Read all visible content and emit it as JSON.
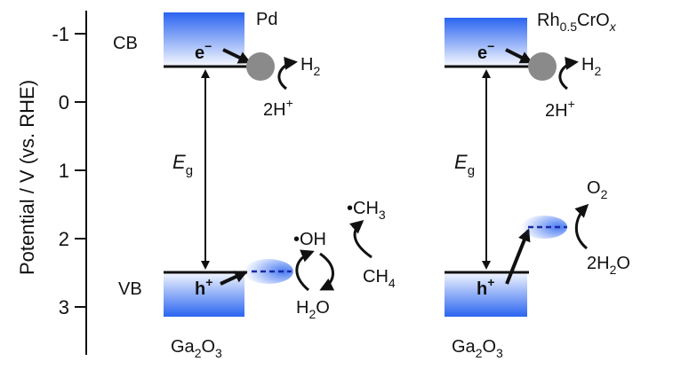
{
  "axis": {
    "label": "Potential / V (vs. RHE)",
    "ticks": [
      "-1",
      "0",
      "1",
      "2",
      "3"
    ]
  },
  "left": {
    "cb": "CB",
    "vb": "VB",
    "electron": "e",
    "electron_sup": "−",
    "hole": "h",
    "hole_sup": "+",
    "gap_main": "E",
    "gap_sub": "g",
    "cocatalyst": "Pd",
    "h2_main": "H",
    "h2_sub": "2",
    "proton_main": "2H",
    "proton_sup": "+",
    "oh": "•OH",
    "h2o_a": "H",
    "h2o_sub": "2",
    "h2o_b": "O",
    "ch3_dot": "•",
    "ch3_main": "CH",
    "ch3_sub": "3",
    "ch4_main": "CH",
    "ch4_sub": "4",
    "material_a": "Ga",
    "material_sub1": "2",
    "material_b": "O",
    "material_sub2": "3"
  },
  "right": {
    "electron": "e",
    "electron_sup": "−",
    "hole": "h",
    "hole_sup": "+",
    "gap_main": "E",
    "gap_sub": "g",
    "cocatalyst_a": "Rh",
    "cocatalyst_sub": "0.5",
    "cocatalyst_b": "CrO",
    "cocatalyst_x": "x",
    "h2_main": "H",
    "h2_sub": "2",
    "proton_main": "2H",
    "proton_sup": "+",
    "o2_main": "O",
    "o2_sub": "2",
    "water_a": "2H",
    "water_sub": "2",
    "water_b": "O",
    "material_a": "Ga",
    "material_sub1": "2",
    "material_b": "O",
    "material_sub2": "3"
  },
  "colors": {
    "band_blue": "#2a64f0",
    "line": "#111111",
    "cocatalyst_gray": "#8a8a8a",
    "trap_dash": "#1a2aa8"
  }
}
